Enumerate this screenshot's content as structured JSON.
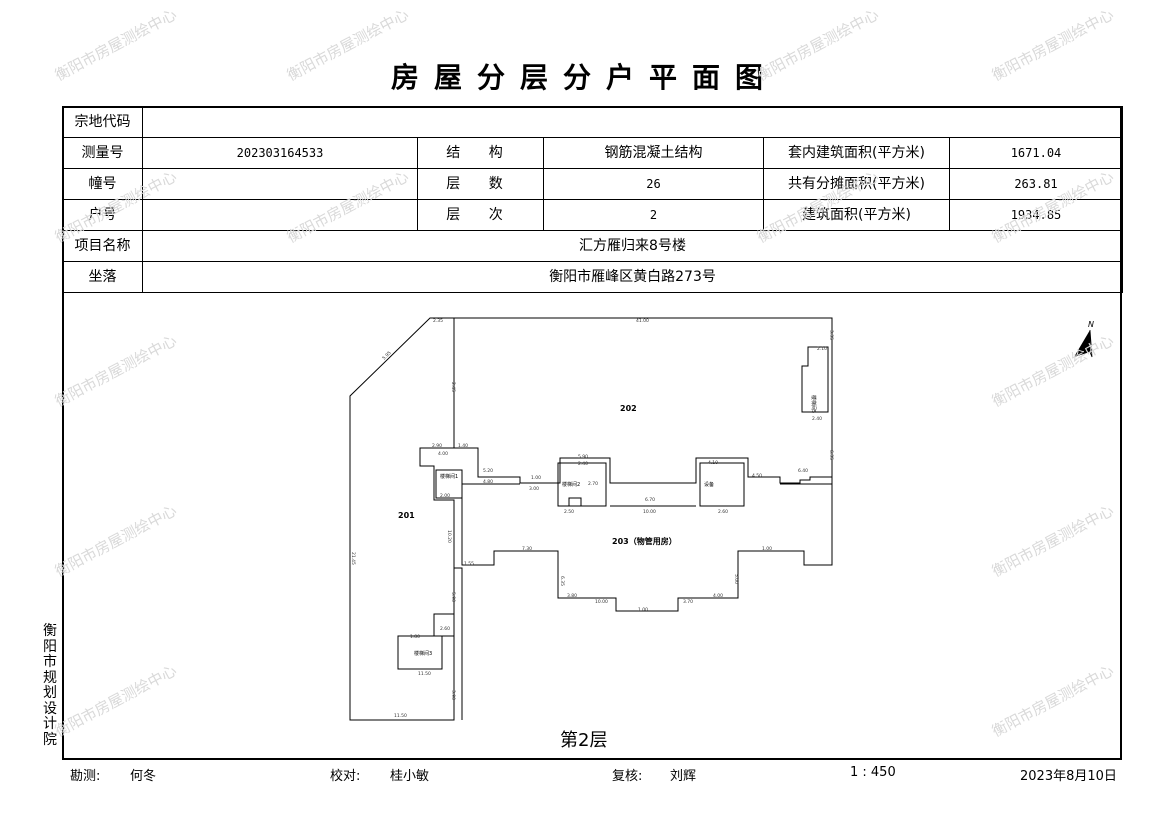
{
  "title": "房屋分层分户平面图",
  "info": {
    "zongdi_label": "宗地代码",
    "zongdi_value": "",
    "celiang_label": "测量号",
    "celiang_value": "202303164533",
    "jiegou_label": "结 构",
    "jiegou_value": "钢筋混凝土结构",
    "taonei_label": "套内建筑面积(平方米)",
    "taonei_value": "1671.04",
    "zhuang_label": "幢号",
    "zhuang_value": "",
    "cengshu_label": "层 数",
    "cengshu_value": "26",
    "gongyou_label": "共有分摊面积(平方米)",
    "gongyou_value": "263.81",
    "hu_label": "户号",
    "hu_value": "",
    "cengci_label": "层 次",
    "cengci_value": "2",
    "jianzhu_label": "建筑面积(平方米)",
    "jianzhu_value": "1934.85",
    "xiangmu_label": "项目名称",
    "xiangmu_value": "汇方雁归来8号楼",
    "zuoluo_label": "坐落",
    "zuoluo_value": "衡阳市雁峰区黄白路273号"
  },
  "plan": {
    "rooms": [
      "201",
      "202",
      "203（物管用房）"
    ],
    "stairs": [
      "楼梯间1",
      "楼梯间2",
      "楼梯间3",
      "楼梯间5"
    ],
    "small_label": "设备",
    "north": "N",
    "floor_label": "第2层",
    "dims": [
      "2.35",
      "41.00",
      "5.95",
      "11.50",
      "2.45",
      "10.20",
      "2.10",
      "3.35",
      "2.40",
      "6.35",
      "2.90",
      "1.40",
      "4.00",
      "5.20",
      "2.00",
      "4.80",
      "1.00",
      "3.00",
      "2.40",
      "2.50",
      "6.70",
      "10.00",
      "5.90",
      "4.10",
      "2.60",
      "2.70",
      "7.30",
      "1.00",
      "6.35",
      "3.80",
      "10.00",
      "1.00",
      "3.70",
      "4.00",
      "5.00",
      "6.40",
      "4.50",
      "21.45",
      "1.55",
      "5.90",
      "1.80",
      "11.50",
      "2.60",
      "3.90"
    ]
  },
  "side_org": "衡阳市规划设计院",
  "watermark": "衡阳市房屋测绘中心",
  "footer": {
    "kance_label": "勘测:",
    "kance_name": "何冬",
    "jiaodui_label": "校对:",
    "jiaodui_name": "桂小敏",
    "fuhe_label": "复核:",
    "fuhe_name": "刘辉",
    "scale": "1 : 450",
    "date": "2023年8月10日"
  },
  "colors": {
    "line": "#000000",
    "watermark": "#d9d9d9"
  }
}
